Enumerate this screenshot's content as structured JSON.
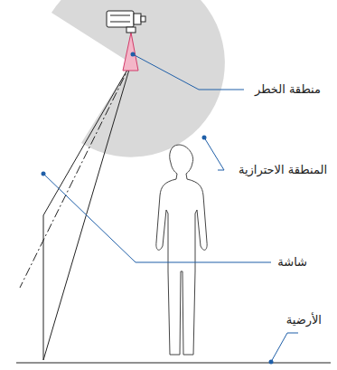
{
  "diagram": {
    "labels": [
      "منطقة الخطر",
      "المنطقة الاحترازية",
      "شاشة",
      "الأرضية"
    ]
  }
}
